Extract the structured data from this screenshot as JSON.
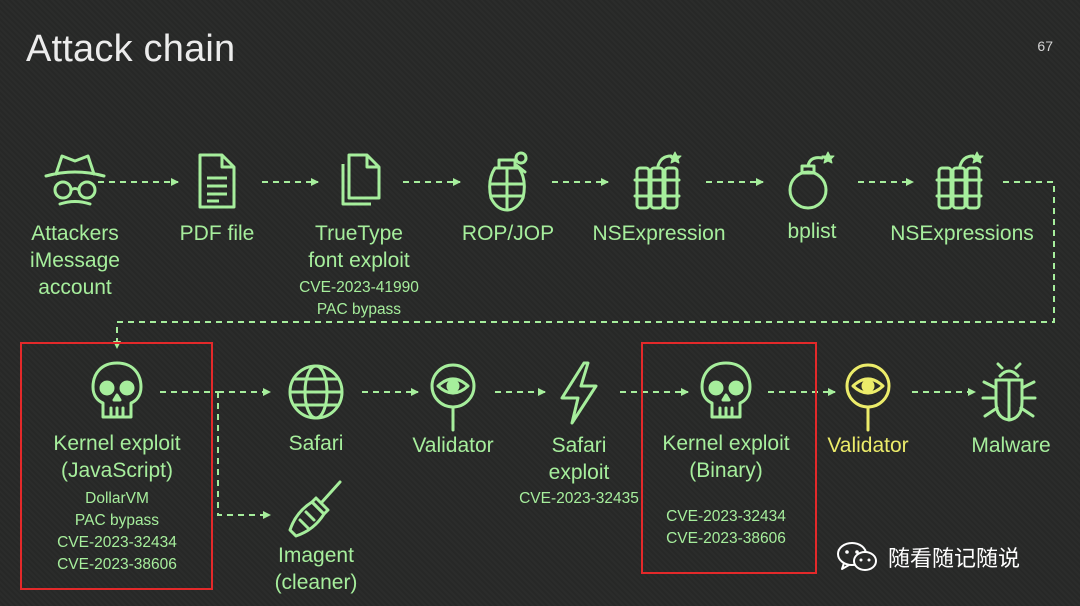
{
  "slide": {
    "title": "Attack chain",
    "page_number": "67"
  },
  "row1": [
    {
      "id": "attackers",
      "icon": "spy-icon",
      "lines": [
        "Attackers",
        "iMessage",
        "account"
      ]
    },
    {
      "id": "pdf",
      "icon": "document-icon",
      "lines": [
        "PDF file"
      ]
    },
    {
      "id": "truetype",
      "icon": "files-icon",
      "lines": [
        "TrueType",
        "font exploit"
      ],
      "sub": [
        "CVE-2023-41990",
        "PAC bypass"
      ]
    },
    {
      "id": "ropjop",
      "icon": "grenade-icon",
      "lines": [
        "ROP/JOP"
      ]
    },
    {
      "id": "nsexpression",
      "icon": "dynamite-icon",
      "lines": [
        "NSExpression"
      ]
    },
    {
      "id": "bplist",
      "icon": "bomb-icon",
      "lines": [
        "bplist"
      ]
    },
    {
      "id": "nsexpressions",
      "icon": "dynamite-icon",
      "lines": [
        "NSExpressions"
      ]
    }
  ],
  "row2": [
    {
      "id": "kernel-js",
      "icon": "skull-icon",
      "lines": [
        "Kernel exploit",
        "(JavaScript)"
      ],
      "sub": [
        "DollarVM",
        "PAC bypass",
        "CVE-2023-32434",
        "CVE-2023-38606"
      ]
    },
    {
      "id": "safari",
      "icon": "globe-icon",
      "lines": [
        "Safari"
      ]
    },
    {
      "id": "imagent",
      "icon": "broom-icon",
      "lines": [
        "Imagent",
        "(cleaner)"
      ]
    },
    {
      "id": "validator1",
      "icon": "eye-icon",
      "lines": [
        "Validator"
      ]
    },
    {
      "id": "safari-exploit",
      "icon": "lightning-icon",
      "lines": [
        "Safari",
        "exploit"
      ],
      "sub": [
        "CVE-2023-32435"
      ]
    },
    {
      "id": "kernel-bin",
      "icon": "skull-icon",
      "lines": [
        "Kernel exploit",
        "(Binary)"
      ],
      "sub": [
        "CVE-2023-32434",
        "CVE-2023-38606"
      ]
    },
    {
      "id": "validator2",
      "icon": "eye-icon",
      "lines": [
        "Validator"
      ]
    },
    {
      "id": "malware",
      "icon": "bug-icon",
      "lines": [
        "Malware"
      ]
    }
  ],
  "watermark": {
    "icon": "wechat-icon",
    "text": "随看随记随说"
  },
  "colors": {
    "green": "#a6ee9c",
    "yellow": "#ecec6a",
    "highlight": "#e3292a",
    "background": "#2a2b2a"
  }
}
